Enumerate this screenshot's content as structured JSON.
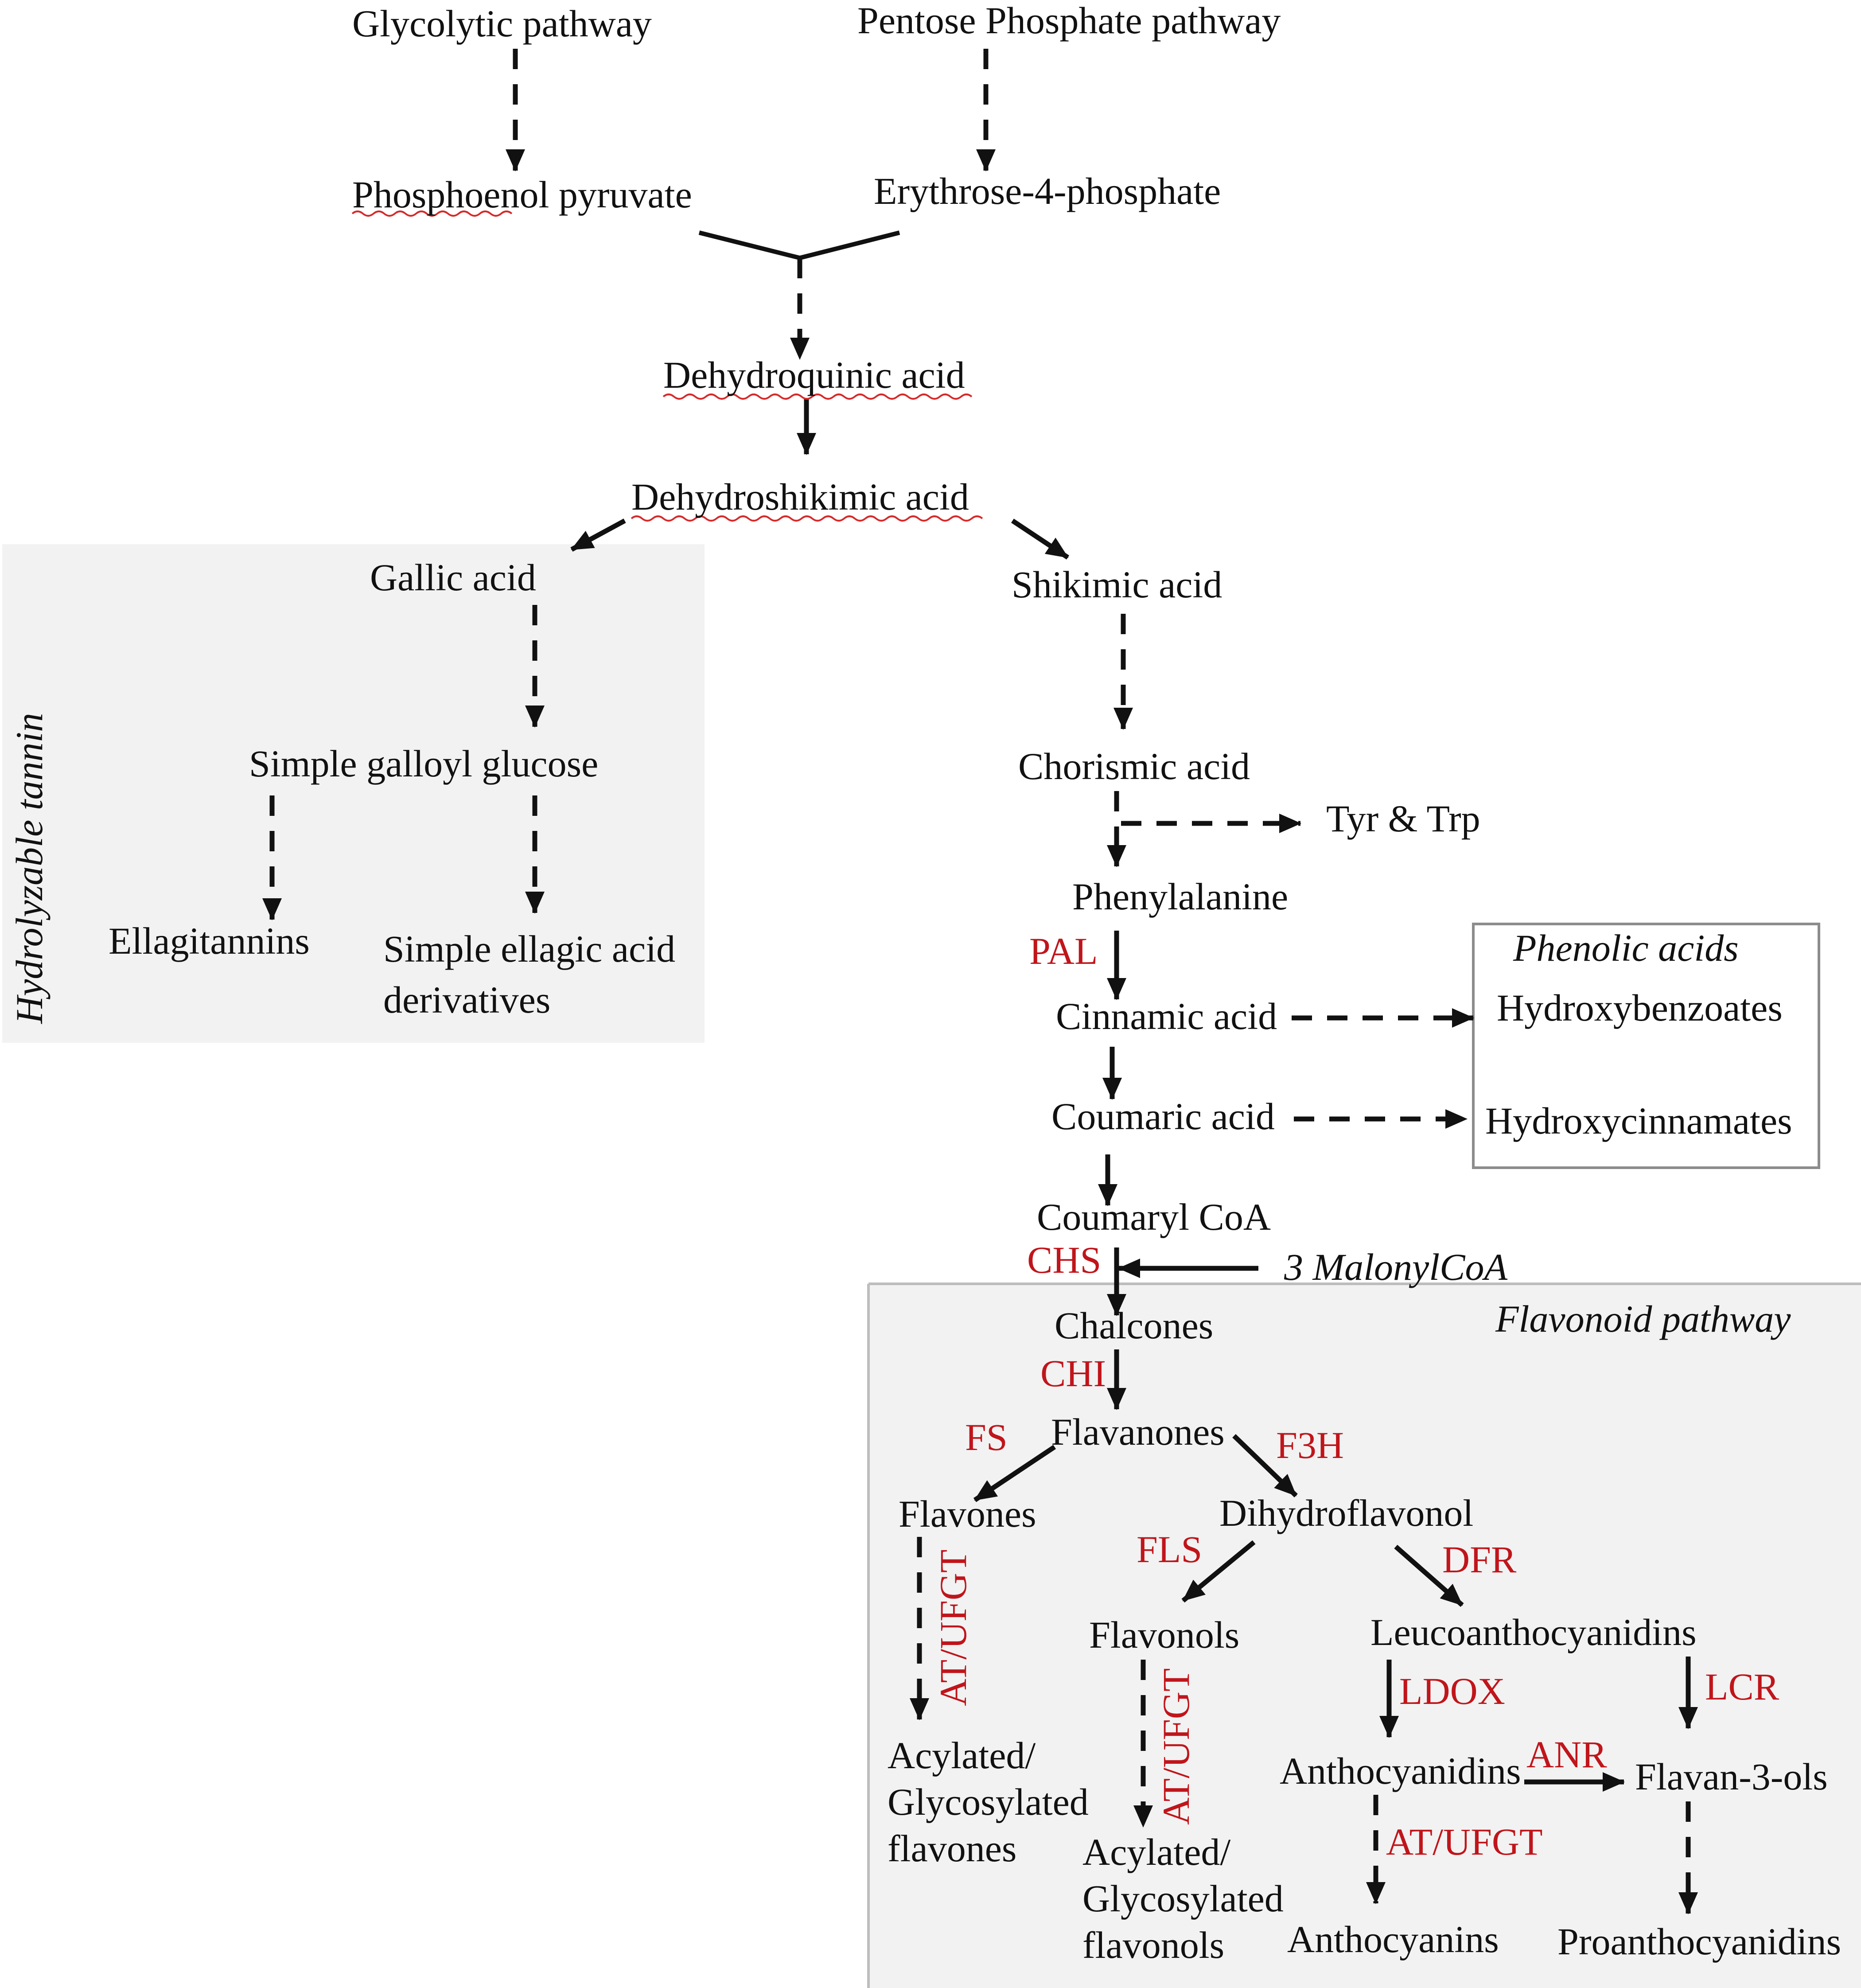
{
  "nodes": {
    "glycolytic": "Glycolytic pathway",
    "pentose": "Pentose Phosphate pathway",
    "pep": "Phosphoenol pyruvate",
    "e4p": "Erythrose-4-phosphate",
    "dehydroquinic": "Dehydroquinic acid",
    "dehydroshikimic": "Dehydroshikimic acid",
    "gallic": "Gallic acid",
    "galloyl_glucose": "Simple galloyl glucose",
    "ellagitannins": "Ellagitannins",
    "ellagic_1": "Simple ellagic acid",
    "ellagic_2": "derivatives",
    "shikimic": "Shikimic acid",
    "chorismic": "Chorismic acid",
    "tyr_trp": "Tyr & Trp",
    "phenylalanine": "Phenylalanine",
    "cinnamic": "Cinnamic acid",
    "coumaric": "Coumaric acid",
    "hydroxybenzoates": "Hydroxybenzoates",
    "hydroxycinnamates": "Hydroxycinnamates",
    "coumaryl_coa": "Coumaryl CoA",
    "malonyl": "3 MalonylCoA",
    "chalcones": "Chalcones",
    "flavanones": "Flavanones",
    "flavones": "Flavones",
    "dihydroflavonol": "Dihydroflavonol",
    "flavonols": "Flavonols",
    "leucoanthocyanidins": "Leucoanthocyanidins",
    "acyl_flavones_1": "Acylated/",
    "acyl_flavones_2": "Glycosylated",
    "acyl_flavones_3": "flavones",
    "acyl_flavonols_1": "Acylated/",
    "acyl_flavonols_2": "Glycosylated",
    "acyl_flavonols_3": "flavonols",
    "anthocyanidins": "Anthocyanidins",
    "flavan3ols": "Flavan-3-ols",
    "anthocyanins": "Anthocyanins",
    "proanthocyanidins": "Proanthocyanidins"
  },
  "enzymes": {
    "pal": "PAL",
    "chs": "CHS",
    "chi": "CHI",
    "fs": "FS",
    "f3h": "F3H",
    "fls": "FLS",
    "dfr": "DFR",
    "ldox": "LDOX",
    "lcr": "LCR",
    "anr": "ANR",
    "at_ufgt_flavones": "AT/UFGT",
    "at_ufgt_flavonols": "AT/UFGT",
    "at_ufgt_anthocyanins": "AT/UFGT"
  },
  "panels": {
    "hydrolyzable_tannin": "Hydrolyzable tannin",
    "phenolic_acids": "Phenolic acids",
    "flavonoid_pathway": "Flavonoid pathway"
  },
  "colors": {
    "enzyme": "#c0151b",
    "panel_fill": "#f2f2f2",
    "text": "#111111"
  }
}
